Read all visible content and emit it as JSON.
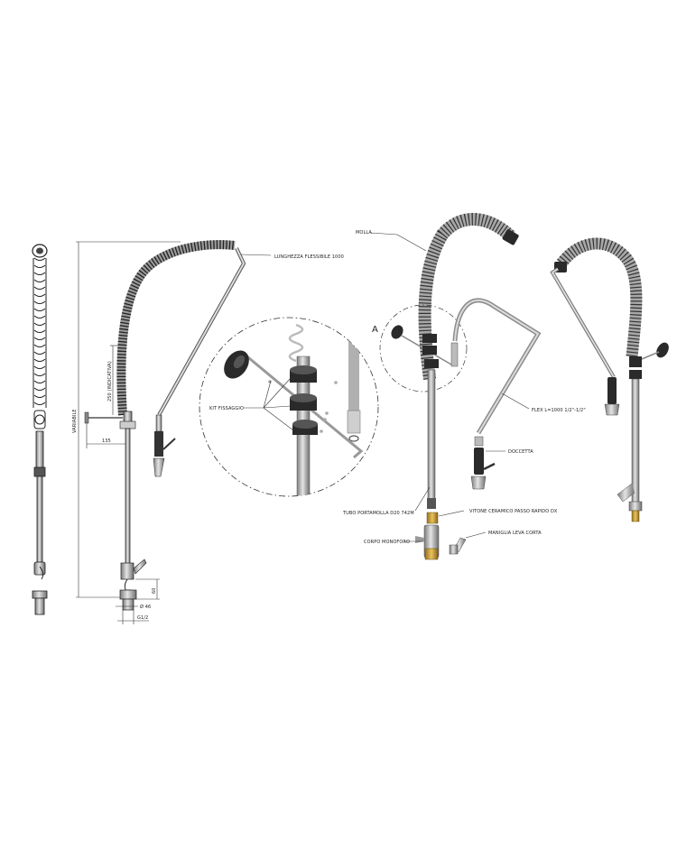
{
  "labels": {
    "flexible_length": "LUNGHEZZA FLESSIBILE 1000",
    "fixing_kit": "KIT FISSAGGIO",
    "variable": "VARIABILE",
    "height_indicative": "250 (INDICATIVA)",
    "dim_135": "135",
    "dim_60": "60",
    "dim_phi46": "Ø 46",
    "dim_g12": "G1/2",
    "spring": "MOLLA",
    "detail_a": "A",
    "flex": "FLEX L=1000 1/2\"-1/2\"",
    "shower": "DOCCETTA",
    "spring_tube": "TUBO PORTAMOLLA D20 742M",
    "ceramic_valve": "VITONE CERAMICO PASSO RAPIDO DX",
    "single_hole_body": "CORPO MONOFORO",
    "short_lever": "MANIGLIA LEVA CORTA"
  },
  "colors": {
    "line": "#333333",
    "chrome": "#a9a9a9",
    "dark_part": "#2a2a2a",
    "brass": "#c9a03a"
  }
}
